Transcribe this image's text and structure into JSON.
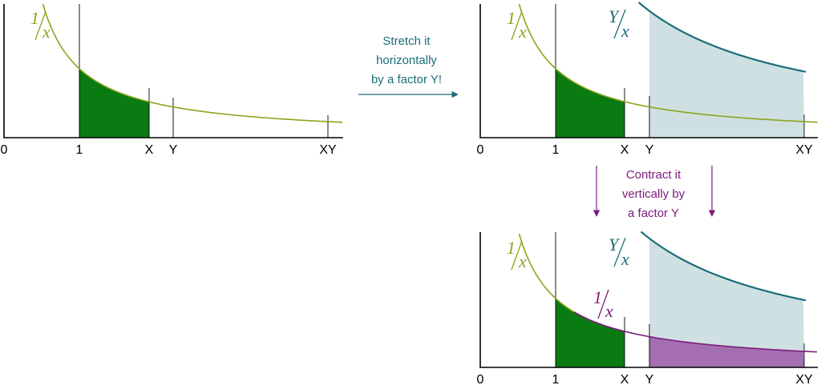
{
  "colors": {
    "reciprocal": "#8aa51b",
    "scaled": "#1b6e78",
    "contracted": "#7c1a7c",
    "area_green": "#0a7a12",
    "area_blue": "#cfe0e3",
    "area_purple": "#a46eb0",
    "arrow_teal": "#1b6e78",
    "arrow_purple": "#7c1a7c"
  },
  "ticks": {
    "zero": "0",
    "one": "1",
    "x": "X",
    "y": "Y",
    "xy": "XY"
  },
  "labels": {
    "one_over_x_num": "1",
    "one_over_x_den": "x",
    "y_over_x_num": "Y",
    "y_over_x_den": "x"
  },
  "notes": {
    "stretch": [
      "Stretch it",
      "horizontally",
      "by a factor Y!"
    ],
    "contract": [
      "Contract it",
      "vertically by",
      "a factor Y"
    ]
  }
}
